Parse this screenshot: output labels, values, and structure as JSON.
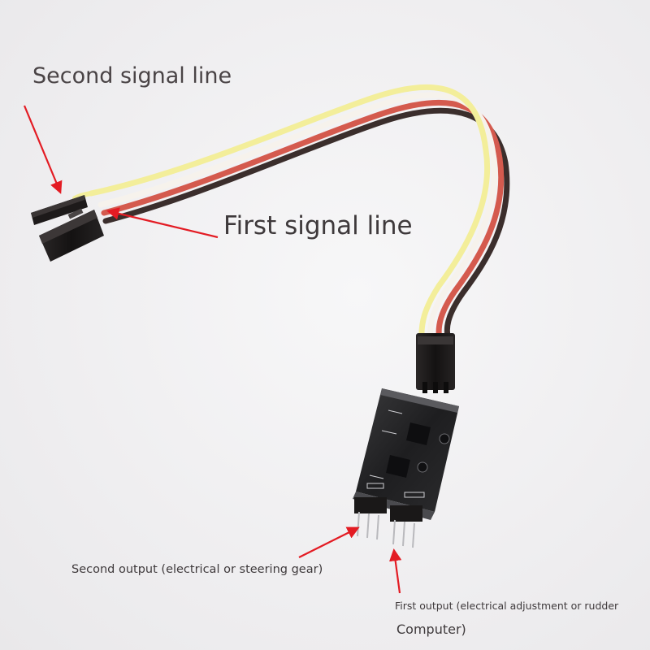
{
  "labels": {
    "second_signal_line": "Second signal line",
    "first_signal_line": "First signal line",
    "second_output": "Second output (electrical or steering gear)",
    "first_output_line1": "First output (electrical adjustment or rudder",
    "first_output_line2": "Computer)"
  },
  "colors": {
    "arrow": "#e31b23",
    "wire_yellow": "#f3ee9a",
    "wire_white": "#f6f2ec",
    "wire_red": "#d45a4e",
    "wire_brown": "#3b2e2c",
    "connector": "#1f1c1c",
    "text": "#4a4446"
  }
}
